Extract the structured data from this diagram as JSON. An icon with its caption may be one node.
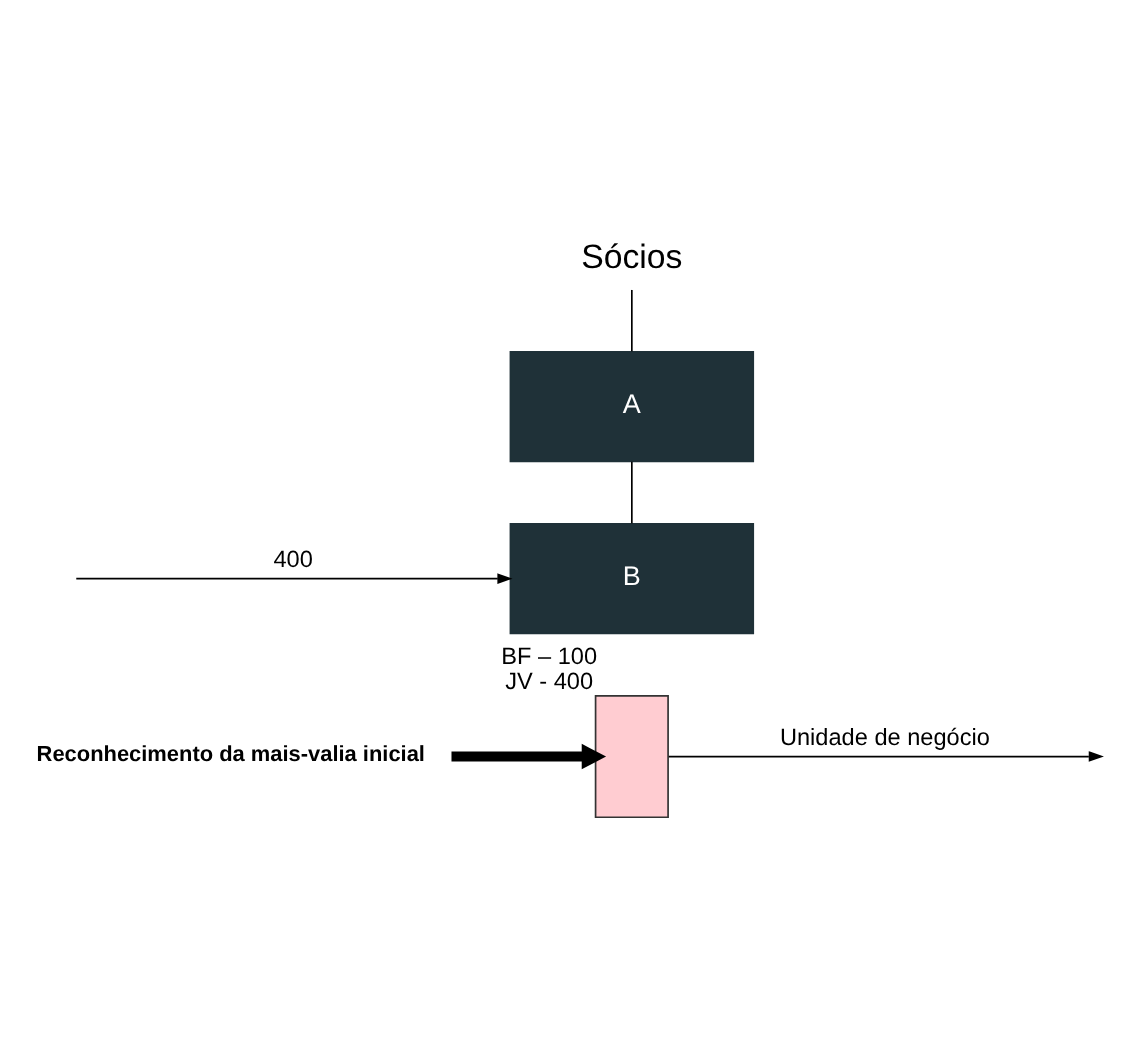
{
  "diagram": {
    "nodes": [
      {
        "text": [
          "Sócios"
        ]
      },
      {
        "text": [
          "A"
        ]
      },
      {
        "text": [
          "B"
        ]
      },
      {
        "text": [],
        "shape": "box",
        "beside": [
          "BF – 100",
          "JV - 400"
        ]
      },
      {
        "text": [
          "Reconhecimento da mais-valia inicial"
        ]
      }
    ],
    "edges": [
      {
        "from": 0,
        "to": 1,
        "arrow": "none"
      },
      {
        "from": 1,
        "to": 2,
        "arrow": "none"
      },
      {
        "from": null,
        "to": 2,
        "arrow": "to",
        "label": "400"
      },
      {
        "from": 3,
        "to": null,
        "arrow": "to",
        "label": "Unidade de negócio"
      },
      {
        "from": 4,
        "to": 3,
        "arrow": "to",
        "style": "thick"
      }
    ]
  }
}
